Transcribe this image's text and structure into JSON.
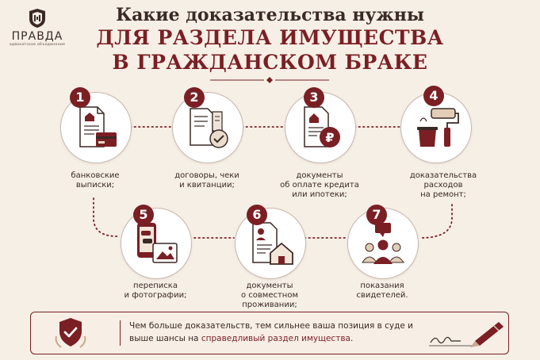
{
  "logo": {
    "name": "ПРАВДА",
    "subtitle": "адвокатское объединение"
  },
  "title": {
    "line1": "Какие доказательства нужны",
    "line2": "ДЛЯ РАЗДЕЛА ИМУЩЕСТВА",
    "line3": "В ГРАЖДАНСКОМ БРАКЕ"
  },
  "steps": [
    {
      "number": "1",
      "label_lines": [
        "банковские",
        "выписки;"
      ],
      "icon": "bank-statement-icon"
    },
    {
      "number": "2",
      "label_lines": [
        "договоры, чеки",
        "и квитанции;"
      ],
      "icon": "contract-check-icon"
    },
    {
      "number": "3",
      "label_lines": [
        "документы",
        "об оплате кредита",
        "или ипотеки;"
      ],
      "icon": "mortgage-payment-icon"
    },
    {
      "number": "4",
      "label_lines": [
        "доказательства",
        "расходов",
        "на ремонт;"
      ],
      "icon": "paint-roller-icon"
    },
    {
      "number": "5",
      "label_lines": [
        "переписка",
        "и фотографии;"
      ],
      "icon": "phone-photo-icon"
    },
    {
      "number": "6",
      "label_lines": [
        "документы",
        "о совместном",
        "проживании;"
      ],
      "icon": "house-document-icon"
    },
    {
      "number": "7",
      "label_lines": [
        "показания",
        "свидетелей."
      ],
      "icon": "witnesses-icon"
    }
  ],
  "footer": {
    "text_part1": "Чем больше доказательств, тем сильнее ваша позиция в суде и выше шансы на ",
    "text_accent": "справедливый раздел имущества",
    "text_part2": "."
  },
  "colors": {
    "accent": "#7a1f24",
    "background": "#f6efe6",
    "text": "#3a2a26"
  }
}
